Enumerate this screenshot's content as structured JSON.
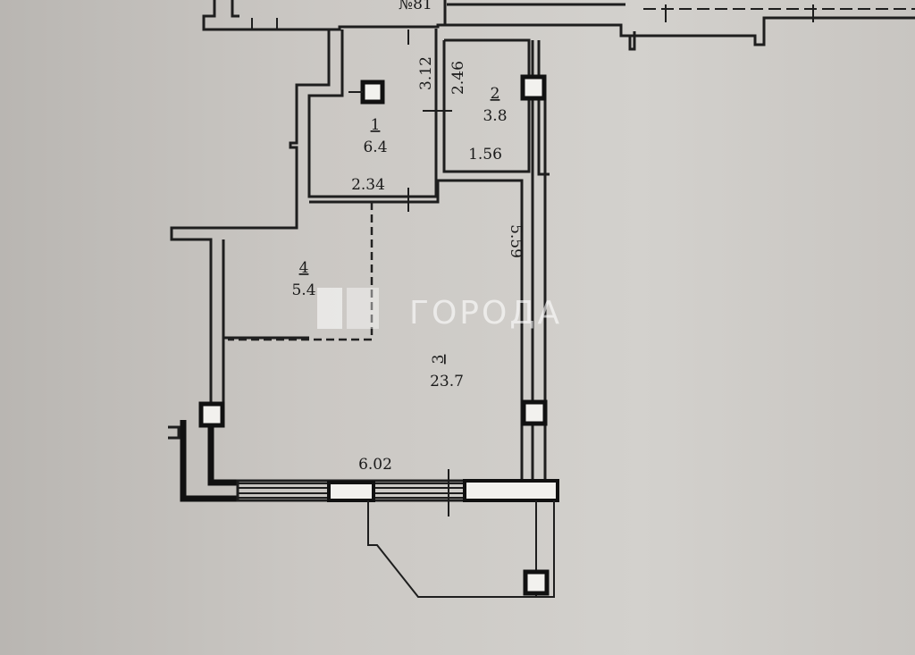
{
  "header_label": "№81",
  "rooms": [
    {
      "number": "1",
      "area": "6.4"
    },
    {
      "number": "2",
      "area": "3.8"
    },
    {
      "number": "3",
      "area": "23.7"
    },
    {
      "number": "4",
      "area": "5.4"
    }
  ],
  "dimensions": {
    "room1_height": "3.12",
    "room1_width": "2.34",
    "room2_height": "2.46",
    "room2_width": "1.56",
    "room3_height": "5.59",
    "room3_width": "6.02"
  },
  "watermark": "ГОРОДА"
}
